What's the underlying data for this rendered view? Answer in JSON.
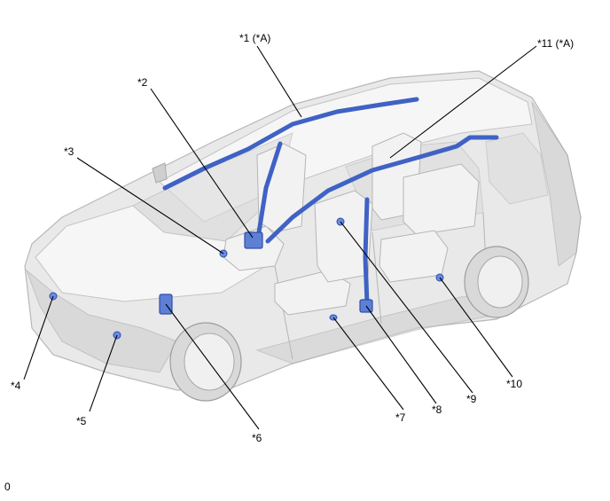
{
  "figure_id": "0",
  "callouts": {
    "c1": "*1 (*A)",
    "c2": "*2",
    "c3": "*3",
    "c4": "*4",
    "c5": "*5",
    "c6": "*6",
    "c7": "*7",
    "c8": "*8",
    "c9": "*9",
    "c10": "*10",
    "c11": "*11 (*A)"
  },
  "colors": {
    "highlight": "#3f62c4",
    "vehicle": "#e9e9e9",
    "leader": "#000000"
  }
}
